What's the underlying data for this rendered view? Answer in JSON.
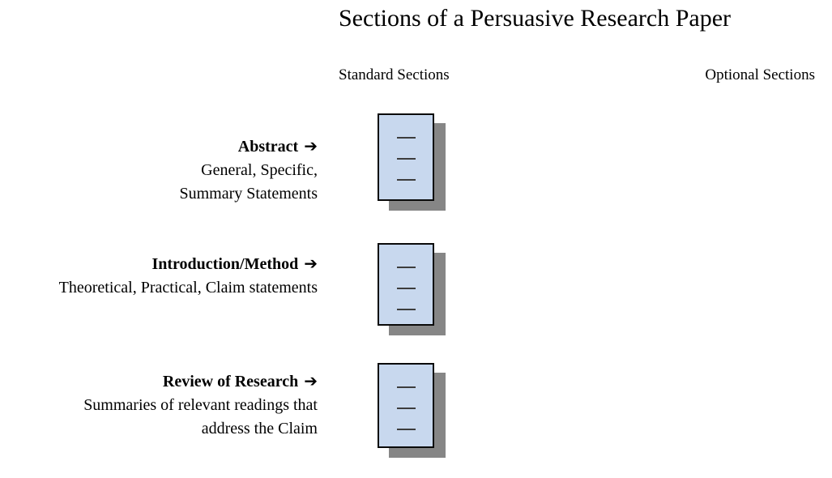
{
  "title": "Sections of a Persuasive Research Paper",
  "column_headers": {
    "standard": "Standard Sections",
    "optional": "Optional Sections"
  },
  "icons": {
    "arrow_right": "➔"
  },
  "rows": [
    {
      "label": "Abstract",
      "description_lines": [
        "General, Specific,",
        "Summary Statements"
      ]
    },
    {
      "label": "Introduction/Method",
      "description_lines": [
        "Theoretical, Practical, Claim statements"
      ]
    },
    {
      "label": "Review of Research",
      "description_lines": [
        "Summaries of relevant readings that",
        "address the Claim"
      ]
    }
  ],
  "colors": {
    "document_fill": "#c8d8ee",
    "document_border": "#0a0a0a",
    "document_shadow": "#868686",
    "text": "#000000",
    "background": "#ffffff"
  }
}
